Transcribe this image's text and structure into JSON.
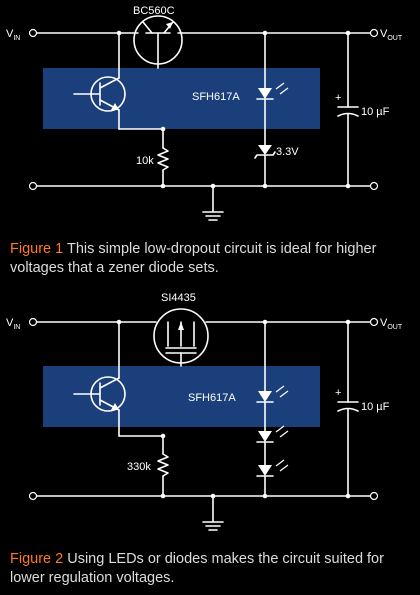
{
  "figure1": {
    "vin_label": "V",
    "vin_sub": "IN",
    "vout_label": "V",
    "vout_sub": "OUT",
    "transistor_label": "BC560C",
    "optocoupler_label": "SFH617A",
    "resistor_label": "10k",
    "zener_label": "3.3V",
    "capacitor_label": "10 µF",
    "cap_polarity": "+",
    "caption_figure": "Figure 1",
    "caption_text": " This simple low-dropout circuit is ideal for higher voltages that a zener diode sets."
  },
  "figure2": {
    "vin_label": "V",
    "vin_sub": "IN",
    "vout_label": "V",
    "vout_sub": "OUT",
    "transistor_label": "SI4435",
    "optocoupler_label": "SFH617A",
    "resistor_label": "330k",
    "capacitor_label": "10 µF",
    "cap_polarity": "+",
    "caption_figure": "Figure 2",
    "caption_text": " Using LEDs or diodes makes the circuit suited for lower regulation voltages."
  },
  "colors": {
    "background": "#000000",
    "optocoupler_box": "#1b3f7a",
    "wire": "#ffffff",
    "caption_highlight": "#ff7a1c",
    "caption_text": "#dcdcdc"
  }
}
